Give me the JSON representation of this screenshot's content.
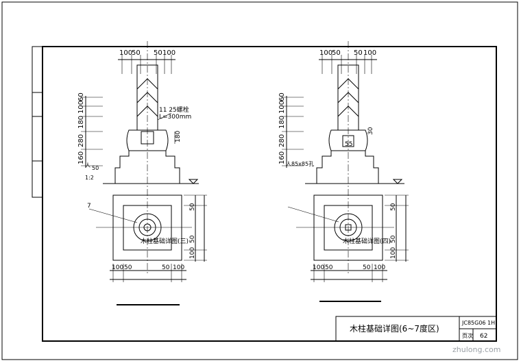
{
  "detail_left": {
    "top_dims": [
      "100",
      "50",
      "50",
      "100"
    ],
    "vert_dims": [
      "60",
      "100",
      "180",
      "280",
      "160"
    ],
    "bolt_note": "11 25螺栓",
    "bolt_length": "L=300mm",
    "small_dim": "180",
    "base_dims": [
      "100",
      "50",
      "50",
      "100"
    ],
    "side_dims": [
      "50",
      "50",
      "100"
    ],
    "label_callout": "7",
    "plan_title": "木柱基础详图(三)"
  },
  "detail_right": {
    "top_dims": [
      "100",
      "50",
      "50",
      "100"
    ],
    "vert_dims": [
      "60",
      "100",
      "180",
      "280",
      "160"
    ],
    "small_dims": [
      "30",
      "55"
    ],
    "anchor_note": "人85x85孔",
    "base_dims": [
      "100",
      "50",
      "50",
      "100"
    ],
    "side_dims": [
      "50",
      "50",
      "100"
    ],
    "plan_title": "木柱基础详图(四)"
  },
  "left_small_note": "1:2",
  "left_anchor_note": "人",
  "left_anchor_dim": "50",
  "title_block": {
    "title": "木柱基础详图(6~7度区)",
    "code": "JC85G06 1H",
    "page_label": "页次",
    "page_no": "62"
  },
  "watermark": "zhulong.com"
}
